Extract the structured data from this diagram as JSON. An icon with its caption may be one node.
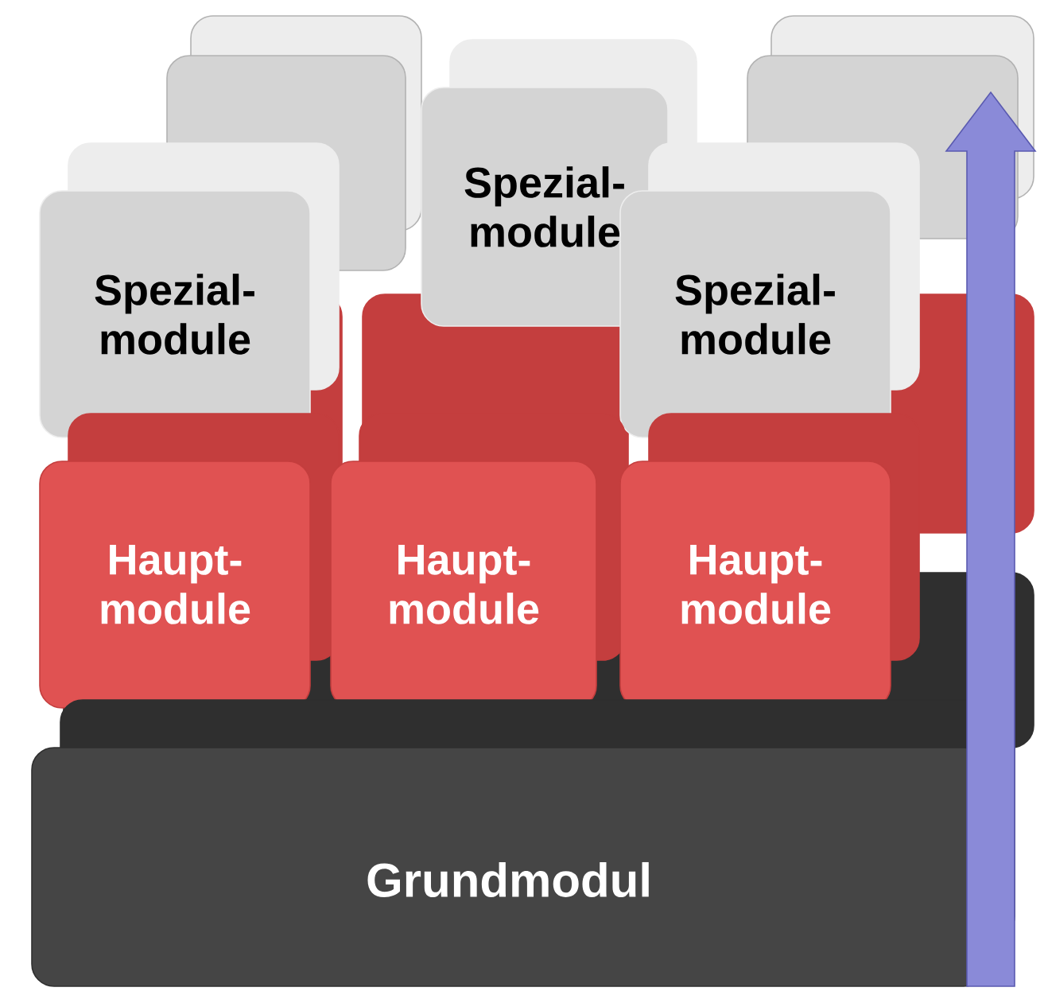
{
  "diagram": {
    "nodes": [
      {
        "text": [
          "Spezial- module"
        ]
      },
      {
        "text": [
          "Spezial- module"
        ]
      },
      {
        "text": [
          "Spezial- module"
        ]
      },
      {
        "text": [
          "Haupt- module"
        ]
      },
      {
        "text": [
          "Haupt- module"
        ]
      },
      {
        "text": [
          "Haupt- module"
        ]
      },
      {
        "text": [
          "Grundmodul"
        ]
      }
    ]
  }
}
